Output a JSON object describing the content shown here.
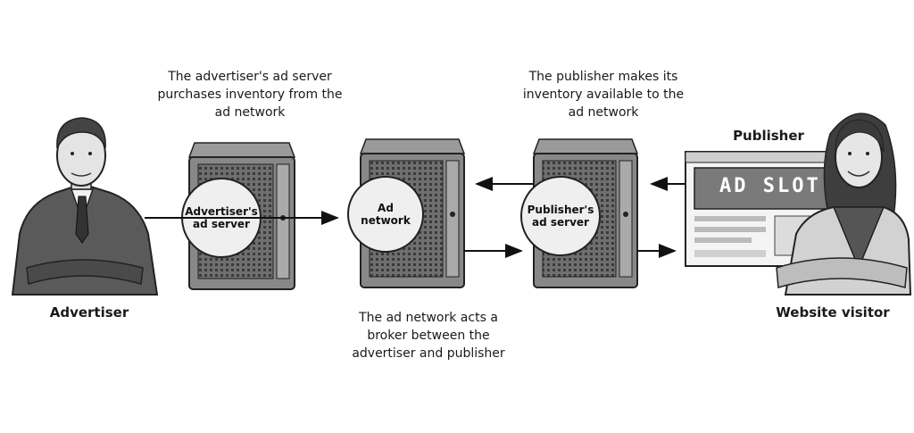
{
  "captions": {
    "advertiser_server_note": [
      "The advertiser's ad server",
      "purchases inventory from the",
      "ad network"
    ],
    "publisher_note": [
      "The publisher makes its",
      "inventory available to the",
      "ad network"
    ],
    "network_note": [
      "The ad network acts a",
      "broker between the",
      "advertiser and publisher"
    ]
  },
  "actors": {
    "advertiser": "Advertiser",
    "publisher": "Publisher",
    "visitor": "Website visitor"
  },
  "servers": {
    "advertiser_server": [
      "Advertiser's",
      "ad server"
    ],
    "ad_network": [
      "Ad",
      "network"
    ],
    "publisher_server": [
      "Publisher's",
      "ad server"
    ]
  },
  "website": {
    "ad_slot": "AD SLOT"
  }
}
